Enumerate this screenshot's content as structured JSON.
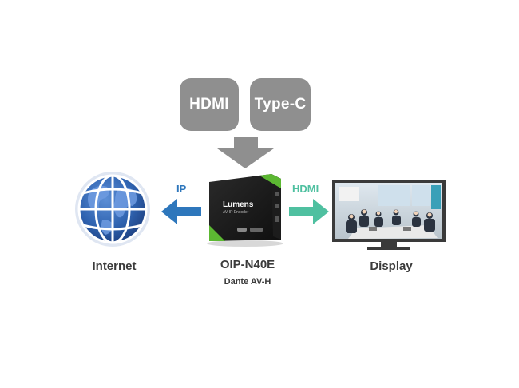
{
  "sources": {
    "hdmi_label": "HDMI",
    "typec_label": "Type-C"
  },
  "links": {
    "ip_label": "IP",
    "hdmi_label": "HDMI"
  },
  "nodes": {
    "internet_label": "Internet",
    "product_label": "OIP-N40E",
    "product_sublabel": "Dante AV-H",
    "display_label": "Display"
  },
  "device": {
    "brand": "Lumens",
    "model_text": "AV-IP Encoder"
  },
  "colors": {
    "source_box": "#8f8f8f",
    "ip_arrow": "#2e77bc",
    "hdmi_arrow": "#4fc0a0",
    "device_green": "#5cb832",
    "globe_blue": "#2f63b0",
    "text_dark": "#3b3b3b"
  }
}
